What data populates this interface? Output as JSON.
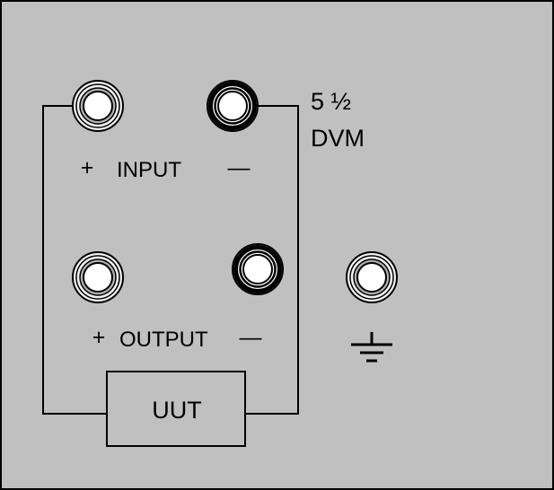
{
  "colors": {
    "panel": "#c0c0c0",
    "border": "#000000",
    "line": "#000000",
    "jack_face": "#ffffff"
  },
  "device": {
    "label_line1": "5 ½",
    "label_line2": "DVM"
  },
  "input": {
    "plus": "+",
    "label": "INPUT",
    "minus": "—"
  },
  "output": {
    "plus": "+",
    "label": "OUTPUT",
    "minus": "—"
  },
  "uut": {
    "label": "UUT"
  },
  "icons": {
    "jack": "banana-jack-icon",
    "ground": "ground-icon"
  }
}
